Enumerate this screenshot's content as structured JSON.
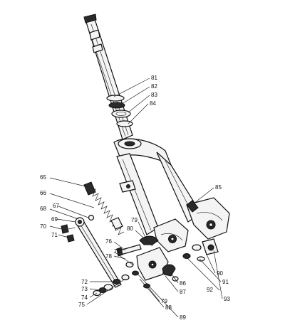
{
  "callouts": {
    "c65": "65",
    "c66": "66",
    "c67": "67",
    "c68": "68",
    "c69": "69",
    "c70": "70",
    "c71": "71",
    "c72": "72",
    "c73": "73",
    "c74": "74",
    "c75": "75",
    "c76": "76",
    "c77": "77",
    "c78": "78",
    "c79a": "79",
    "c79b": "79",
    "c80": "80",
    "c81": "81",
    "c82": "82",
    "c83": "83",
    "c84": "84",
    "c85": "85",
    "c86": "86",
    "c87": "87",
    "c88": "88",
    "c89": "89",
    "c90": "90",
    "c91": "91",
    "c92": "92",
    "c93": "93"
  }
}
